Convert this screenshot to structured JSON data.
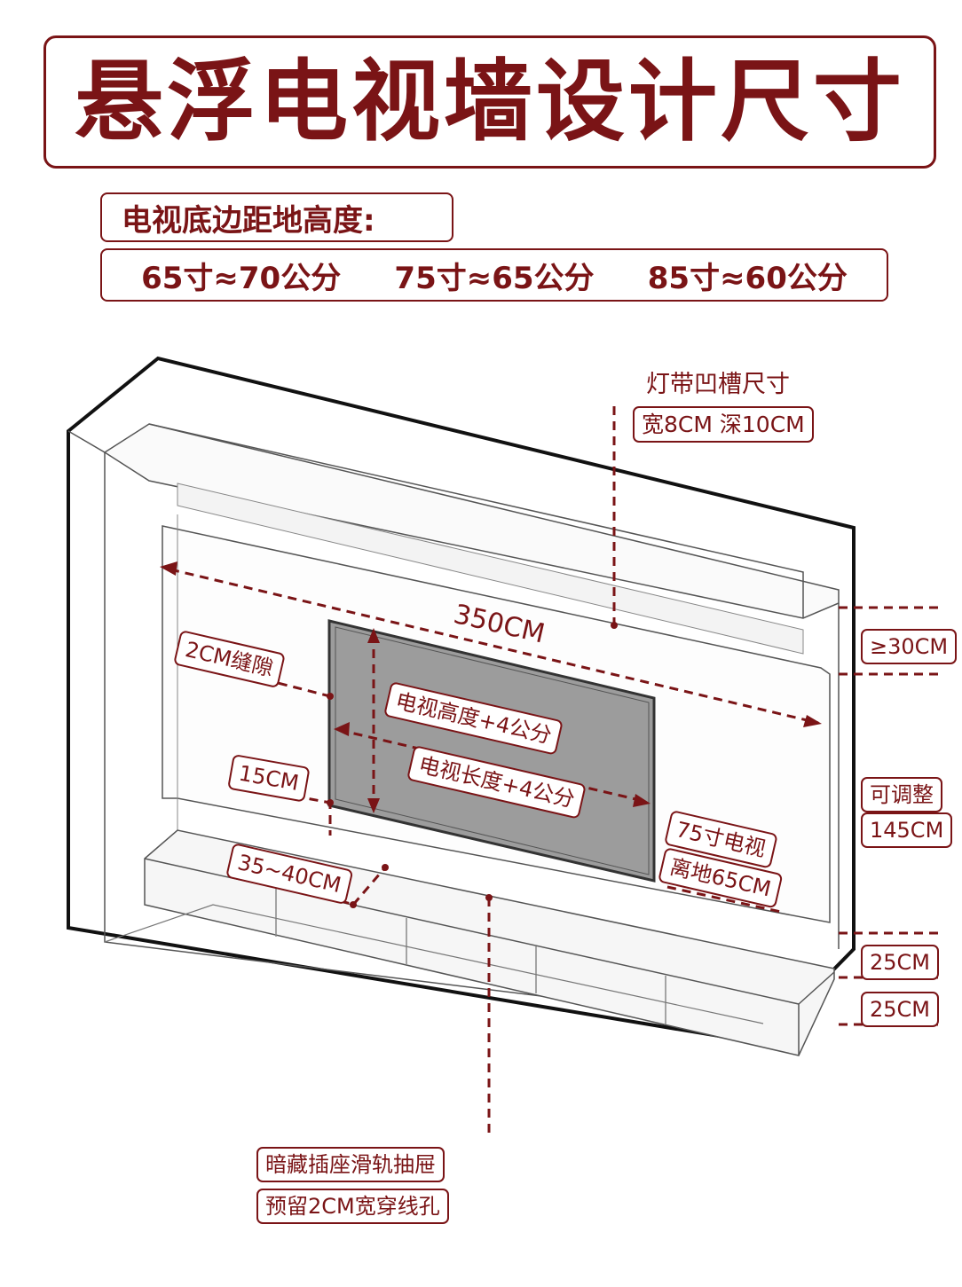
{
  "title": "悬浮电视墙设计尺寸",
  "subtitle": "电视底边距地高度:",
  "heights": [
    {
      "text": "65寸≈70公分"
    },
    {
      "text": "75寸≈65公分"
    },
    {
      "text": "85寸≈60公分"
    }
  ],
  "labels": {
    "light_groove_title": "灯带凹槽尺寸",
    "light_groove_size": "宽8CM 深10CM",
    "wall_width": "350CM",
    "gap": "2CM缝隙",
    "tv_height": "电视高度+4公分",
    "tv_length": "电视长度+4公分",
    "side_15": "15CM",
    "cabinet_gap": "35~40CM",
    "tv75_line1": "75寸电视",
    "tv75_line2": "离地65CM",
    "top_min": "≥30CM",
    "adjustable": "可调整",
    "adjustable_value": "145CM",
    "cabinet_h1": "25CM",
    "cabinet_h2": "25CM",
    "socket_line1": "暗藏插座滑轨抽屉",
    "socket_line2": "预留2CM宽穿线孔"
  },
  "colors": {
    "accent": "#7a1416",
    "line": "#111111",
    "tv": "#9c9c9c"
  }
}
